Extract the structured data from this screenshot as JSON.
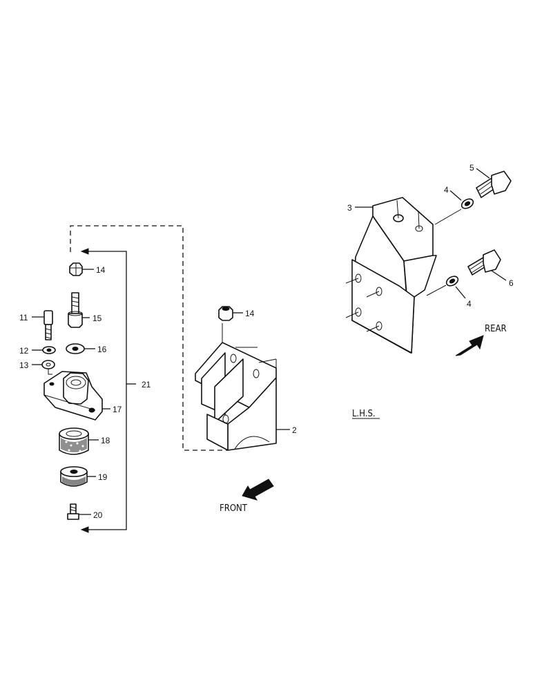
{
  "labels": {
    "p2": "2",
    "p3": "3",
    "p4a": "4",
    "p4b": "4",
    "p5": "5",
    "p6": "6",
    "p11": "11",
    "p12": "12",
    "p13": "13",
    "p14a": "14",
    "p14b": "14",
    "p15": "15",
    "p16": "16",
    "p17": "17",
    "p18": "18",
    "p19": "19",
    "p20": "20",
    "p21": "21"
  },
  "annotations": {
    "front": "FRONT",
    "rear": "REAR",
    "side": "L.H.S."
  }
}
